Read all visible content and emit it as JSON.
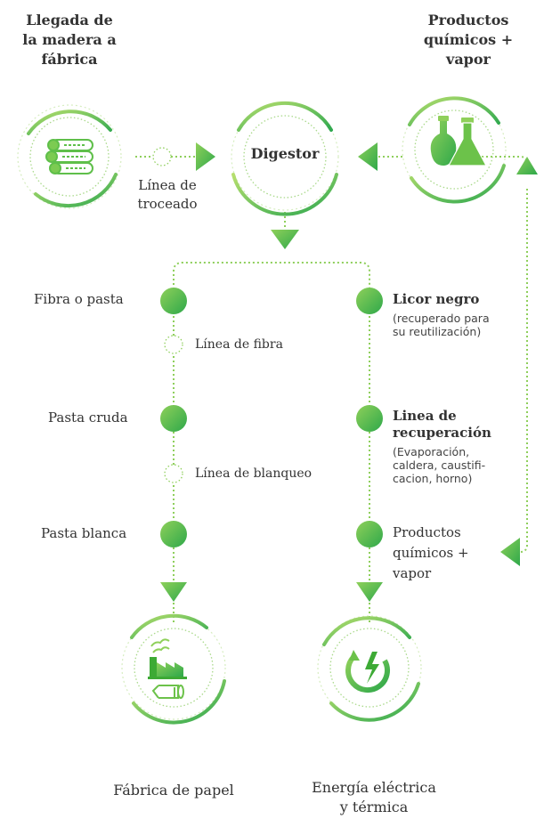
{
  "colors": {
    "green": "#6cc24a",
    "light_green": "#9ed36a",
    "dark_green": "#3daa35",
    "text": "#333333"
  },
  "top": {
    "wood_arrival": [
      "Llegada de",
      "la madera a",
      "fábrica"
    ],
    "chemicals": [
      "Productos",
      "químicos +",
      "vapor"
    ],
    "chipping_line": [
      "Línea de",
      "troceado"
    ],
    "digester": "Digestor"
  },
  "left_branch": {
    "fiber": "Fibra o pasta",
    "fiber_line": "Línea de fibra",
    "raw_pulp": "Pasta cruda",
    "bleaching_line": "Línea de blanqueo",
    "white_pulp": "Pasta blanca"
  },
  "right_branch": {
    "black_liquor": "Licor negro",
    "black_liquor_note": [
      "(recuperado para",
      "su reutilización)"
    ],
    "recovery_line": [
      "Linea de",
      "recuperación"
    ],
    "recovery_note": [
      "(Evaporación,",
      "caldera, caustifi-",
      "cacion, horno)"
    ],
    "chemicals_out": [
      "Productos",
      "químicos +",
      "vapor"
    ]
  },
  "bottom": {
    "paper_mill": "Fábrica de papel",
    "energy": [
      "Energía eléctrica",
      "y térmica"
    ]
  },
  "icons": [
    "logs-icon",
    "flasks-icon",
    "factory-icon",
    "paper-roll-icon",
    "energy-icon"
  ]
}
